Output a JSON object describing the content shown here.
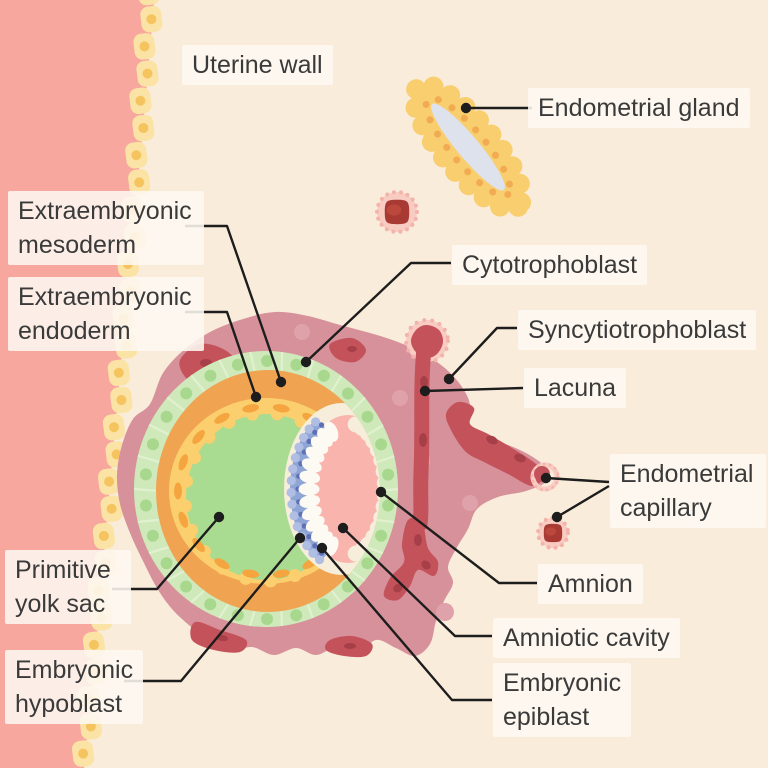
{
  "labels": {
    "uterine_wall": "Uterine wall",
    "endometrial_gland": "Endometrial gland",
    "extraembryonic_mesoderm": "Extraembryonic mesoderm",
    "extraembryonic_endoderm": "Extraembryonic endoderm",
    "cytotrophoblast": "Cytotrophoblast",
    "syncytiotrophoblast": "Syncytiotrophoblast",
    "lacuna": "Lacuna",
    "endometrial_capillary": "Endometrial capillary",
    "primitive_yolk_sac": "Primitive yolk sac",
    "amnion": "Amnion",
    "amniotic_cavity": "Amniotic cavity",
    "embryonic_hypoblast": "Embryonic hypoblast",
    "embryonic_epiblast": "Embryonic epiblast"
  },
  "colors": {
    "background": "#f9ecdb",
    "uterine_wall_pink": "#f7a79e",
    "epithelium_cell": "#fbe3a6",
    "epithelium_nucleus": "#f6c45e",
    "gland_body": "#f8ce6f",
    "gland_nucleus": "#f0a84e",
    "gland_lumen": "#dde2ed",
    "syncytiotrophoblast_rose": "#d7919a",
    "rose_light": "#e0a2aa",
    "halo_pink": "#f8cbc3",
    "halo_bead": "#f4b3aa",
    "lacuna_red": "#c4525b",
    "lacuna_dark": "#a63f48",
    "capillary_dark": "#a83a33",
    "capillary_mid": "#c14b40",
    "cytotrophoblast_green": "#cfe9bb",
    "ring_division": "#e1f1d0",
    "ring_dot": "#a8d88e",
    "mesoderm_orange": "#f0a451",
    "endoderm_yellow": "#fbcf6e",
    "endoderm_nucleus": "#f5a53f",
    "yolk_green": "#a9db90",
    "hypoblast_blue": "#8fa5d6",
    "hypoblast_light": "#b1bee3",
    "hypoblast_dark": "#5e70b5",
    "epiblast_white": "#fdfaf4",
    "amniotic_cavity_pink": "#f9b5ad",
    "amnion_cream": "#f6eeda",
    "amnion_lavender": "#c7a7d2",
    "leader_line": "#1d1d1d",
    "label_text": "#3a3a3a"
  }
}
